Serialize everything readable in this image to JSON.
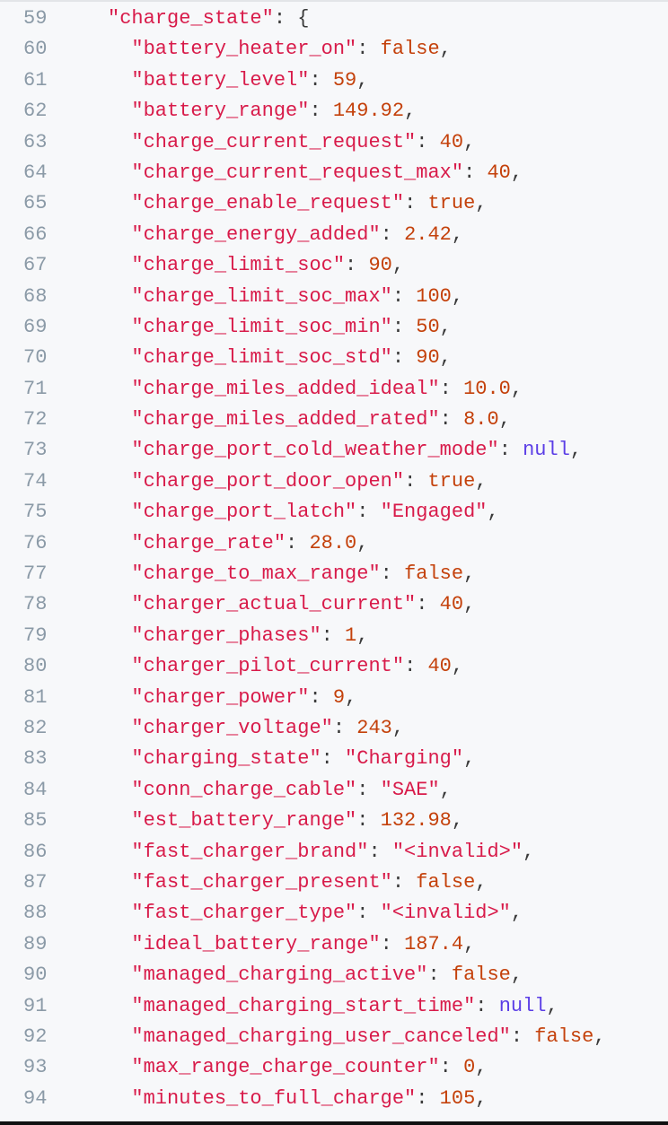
{
  "code_view": {
    "lines": [
      {
        "n": "59",
        "indent": 0,
        "key": "charge_state",
        "value": "{",
        "type": "open"
      },
      {
        "n": "60",
        "indent": 1,
        "key": "battery_heater_on",
        "value": "false",
        "type": "bool"
      },
      {
        "n": "61",
        "indent": 1,
        "key": "battery_level",
        "value": "59",
        "type": "num"
      },
      {
        "n": "62",
        "indent": 1,
        "key": "battery_range",
        "value": "149.92",
        "type": "num"
      },
      {
        "n": "63",
        "indent": 1,
        "key": "charge_current_request",
        "value": "40",
        "type": "num"
      },
      {
        "n": "64",
        "indent": 1,
        "key": "charge_current_request_max",
        "value": "40",
        "type": "num"
      },
      {
        "n": "65",
        "indent": 1,
        "key": "charge_enable_request",
        "value": "true",
        "type": "bool"
      },
      {
        "n": "66",
        "indent": 1,
        "key": "charge_energy_added",
        "value": "2.42",
        "type": "num"
      },
      {
        "n": "67",
        "indent": 1,
        "key": "charge_limit_soc",
        "value": "90",
        "type": "num"
      },
      {
        "n": "68",
        "indent": 1,
        "key": "charge_limit_soc_max",
        "value": "100",
        "type": "num"
      },
      {
        "n": "69",
        "indent": 1,
        "key": "charge_limit_soc_min",
        "value": "50",
        "type": "num"
      },
      {
        "n": "70",
        "indent": 1,
        "key": "charge_limit_soc_std",
        "value": "90",
        "type": "num"
      },
      {
        "n": "71",
        "indent": 1,
        "key": "charge_miles_added_ideal",
        "value": "10.0",
        "type": "num"
      },
      {
        "n": "72",
        "indent": 1,
        "key": "charge_miles_added_rated",
        "value": "8.0",
        "type": "num"
      },
      {
        "n": "73",
        "indent": 1,
        "key": "charge_port_cold_weather_mode",
        "value": "null",
        "type": "null"
      },
      {
        "n": "74",
        "indent": 1,
        "key": "charge_port_door_open",
        "value": "true",
        "type": "bool"
      },
      {
        "n": "75",
        "indent": 1,
        "key": "charge_port_latch",
        "value": "\"Engaged\"",
        "type": "str"
      },
      {
        "n": "76",
        "indent": 1,
        "key": "charge_rate",
        "value": "28.0",
        "type": "num"
      },
      {
        "n": "77",
        "indent": 1,
        "key": "charge_to_max_range",
        "value": "false",
        "type": "bool"
      },
      {
        "n": "78",
        "indent": 1,
        "key": "charger_actual_current",
        "value": "40",
        "type": "num"
      },
      {
        "n": "79",
        "indent": 1,
        "key": "charger_phases",
        "value": "1",
        "type": "num"
      },
      {
        "n": "80",
        "indent": 1,
        "key": "charger_pilot_current",
        "value": "40",
        "type": "num"
      },
      {
        "n": "81",
        "indent": 1,
        "key": "charger_power",
        "value": "9",
        "type": "num"
      },
      {
        "n": "82",
        "indent": 1,
        "key": "charger_voltage",
        "value": "243",
        "type": "num"
      },
      {
        "n": "83",
        "indent": 1,
        "key": "charging_state",
        "value": "\"Charging\"",
        "type": "str"
      },
      {
        "n": "84",
        "indent": 1,
        "key": "conn_charge_cable",
        "value": "\"SAE\"",
        "type": "str"
      },
      {
        "n": "85",
        "indent": 1,
        "key": "est_battery_range",
        "value": "132.98",
        "type": "num"
      },
      {
        "n": "86",
        "indent": 1,
        "key": "fast_charger_brand",
        "value": "\"<invalid>\"",
        "type": "str"
      },
      {
        "n": "87",
        "indent": 1,
        "key": "fast_charger_present",
        "value": "false",
        "type": "bool"
      },
      {
        "n": "88",
        "indent": 1,
        "key": "fast_charger_type",
        "value": "\"<invalid>\"",
        "type": "str"
      },
      {
        "n": "89",
        "indent": 1,
        "key": "ideal_battery_range",
        "value": "187.4",
        "type": "num"
      },
      {
        "n": "90",
        "indent": 1,
        "key": "managed_charging_active",
        "value": "false",
        "type": "bool"
      },
      {
        "n": "91",
        "indent": 1,
        "key": "managed_charging_start_time",
        "value": "null",
        "type": "null"
      },
      {
        "n": "92",
        "indent": 1,
        "key": "managed_charging_user_canceled",
        "value": "false",
        "type": "bool"
      },
      {
        "n": "93",
        "indent": 1,
        "key": "max_range_charge_counter",
        "value": "0",
        "type": "num"
      },
      {
        "n": "94",
        "indent": 1,
        "key": "minutes_to_full_charge",
        "value": "105",
        "type": "num"
      }
    ]
  },
  "colors": {
    "key": "#d81b4a",
    "number": "#c4410b",
    "null": "#5b3ee6",
    "line_number": "#8b9aa7"
  }
}
